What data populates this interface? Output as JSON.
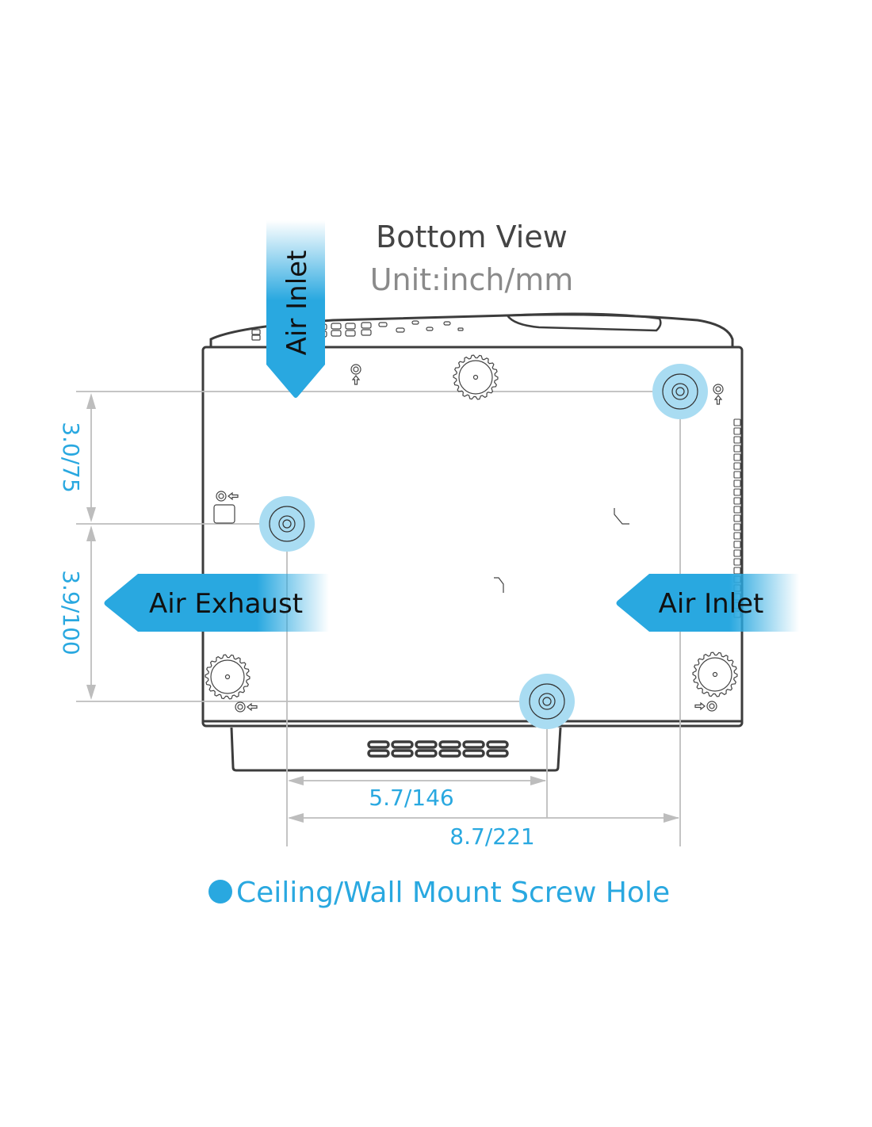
{
  "title": "Bottom View",
  "subtitle": "Unit:inch/mm",
  "labels": {
    "air_inlet_top": "Air Inlet",
    "air_exhaust": "Air Exhaust",
    "air_inlet_right": "Air Inlet"
  },
  "dimensions": {
    "vertical_upper": "3.0/75",
    "vertical_lower": "3.9/100",
    "horizontal_short": "5.7/146",
    "horizontal_long": "8.7/221"
  },
  "legend": {
    "text": "Ceiling/Wall Mount Screw Hole"
  },
  "colors": {
    "accent": "#29a8e0",
    "highlight": "#a9dcf2",
    "outline": "#3c3c3c",
    "dimension_line": "#bdbdbd",
    "title": "#444444",
    "subtitle": "#8a8a8a"
  }
}
